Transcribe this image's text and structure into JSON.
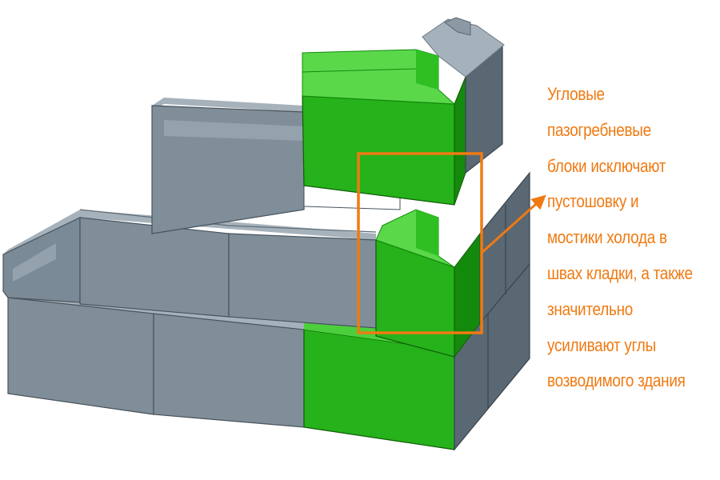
{
  "caption": {
    "lines": [
      "Угловые",
      "пазогребневые",
      "блоки исключают",
      "пустошовку и",
      "мостики холода в",
      "швах кладки, а также",
      "значительно",
      "усиливают углы",
      "возводимого здания"
    ]
  },
  "colors": {
    "block_gray": "#7a8a96",
    "block_gray_light": "#a6b2bb",
    "block_gray_dark": "#4f5c66",
    "block_green": "#26b21a",
    "block_green_light": "#5ad84a",
    "block_green_dark": "#148a0c",
    "highlight_orange": "#f07a12"
  },
  "icons": {
    "arrow": "arrow-icon"
  }
}
